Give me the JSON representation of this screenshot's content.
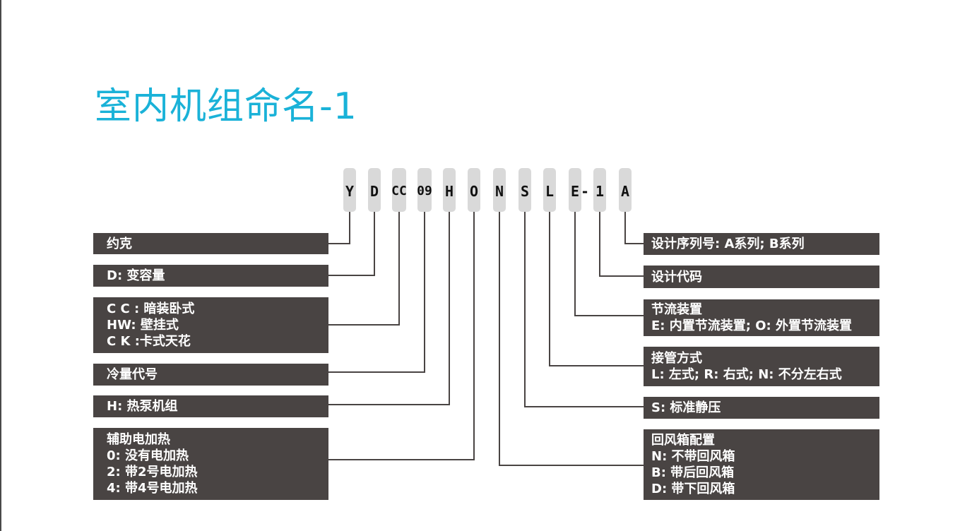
{
  "title": "室内机组命名-1",
  "code": {
    "segments": [
      {
        "id": "y",
        "text": "Y"
      },
      {
        "id": "d",
        "text": "D"
      },
      {
        "id": "cc",
        "text": "CC"
      },
      {
        "id": "09",
        "text": "09"
      },
      {
        "id": "h",
        "text": "H"
      },
      {
        "id": "o",
        "text": "O"
      },
      {
        "id": "n",
        "text": "N"
      },
      {
        "id": "s",
        "text": "S"
      },
      {
        "id": "l",
        "text": "L"
      },
      {
        "id": "e",
        "text": "E"
      },
      {
        "id": "dash",
        "text": "-"
      },
      {
        "id": "1",
        "text": "1"
      },
      {
        "id": "a",
        "text": "A"
      }
    ]
  },
  "left_boxes": [
    {
      "lines": [
        "约克"
      ]
    },
    {
      "lines": [
        "D: 变容量"
      ]
    },
    {
      "lines": [
        "C C : 暗装卧式",
        "HW: 壁挂式",
        "C K :卡式天花"
      ]
    },
    {
      "lines": [
        "冷量代号"
      ]
    },
    {
      "lines": [
        "H: 热泵机组"
      ]
    },
    {
      "lines": [
        "辅助电加热",
        "0: 没有电加热",
        "2: 带2号电加热",
        "4: 带4号电加热"
      ]
    }
  ],
  "right_boxes": [
    {
      "lines": [
        "设计序列号: A系列; B系列"
      ]
    },
    {
      "lines": [
        "设计代码"
      ]
    },
    {
      "lines": [
        "节流装置",
        "E: 内置节流装置; O: 外置节流装置"
      ]
    },
    {
      "lines": [
        "接管方式",
        "L: 左式; R: 右式; N: 不分左右式"
      ]
    },
    {
      "lines": [
        "S: 标准静压"
      ]
    },
    {
      "lines": [
        "回风箱配置",
        "N: 不带回风箱",
        "B: 带后回风箱",
        "D: 带下回风箱"
      ]
    }
  ],
  "colors": {
    "title": "#1ab2d8",
    "box_bg": "#494443",
    "box_text": "#ffffff",
    "chip": "#d9d9d9",
    "connector": "#494443"
  }
}
